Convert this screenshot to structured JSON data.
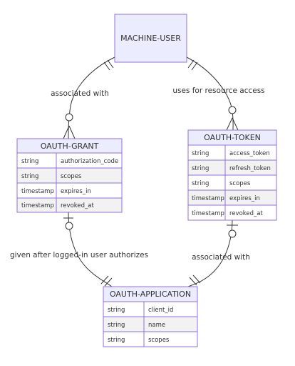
{
  "entities": {
    "machine_user": {
      "name": "MACHINE-USER"
    },
    "oauth_grant": {
      "name": "OAUTH-GRANT",
      "attributes": [
        {
          "type": "string",
          "name": "authorization_code"
        },
        {
          "type": "string",
          "name": "scopes"
        },
        {
          "type": "timestamp",
          "name": "expires_in"
        },
        {
          "type": "timestamp",
          "name": "revoked_at"
        }
      ]
    },
    "oauth_token": {
      "name": "OAUTH-TOKEN",
      "attributes": [
        {
          "type": "string",
          "name": "access_token"
        },
        {
          "type": "string",
          "name": "refresh_token"
        },
        {
          "type": "string",
          "name": "scopes"
        },
        {
          "type": "timestamp",
          "name": "expires_in"
        },
        {
          "type": "timestamp",
          "name": "revoked_at"
        }
      ]
    },
    "oauth_application": {
      "name": "OAUTH-APPLICATION",
      "attributes": [
        {
          "type": "string",
          "name": "client_id"
        },
        {
          "type": "string",
          "name": "name"
        },
        {
          "type": "string",
          "name": "scopes"
        }
      ]
    }
  },
  "relationships": {
    "user_grant": "associated with",
    "user_token": "uses for resource access",
    "grant_app": "given after logged-in user authorizes",
    "token_app": "associated with"
  },
  "colors": {
    "entity_fill": "#ececff",
    "entity_border": "#9370db",
    "row_light": "#ffffff",
    "row_shaded": "#f2f2f2",
    "line": "#333333",
    "text": "#333333"
  }
}
